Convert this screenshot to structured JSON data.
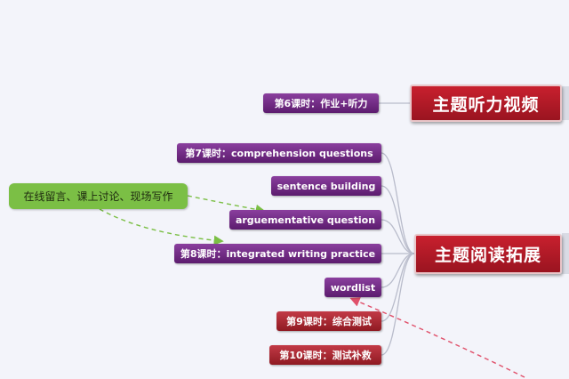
{
  "topics": [
    {
      "id": "listening",
      "label": "主题听力视频"
    },
    {
      "id": "reading",
      "label": "主题阅读拓展"
    }
  ],
  "listening_branches": [
    {
      "label": "第6课时：作业+听力",
      "style": "purple"
    }
  ],
  "reading_branches": [
    {
      "label": "第7课时：comprehension questions",
      "style": "purple"
    },
    {
      "label": "sentence building",
      "style": "purple"
    },
    {
      "label": "arguementative question",
      "style": "purple"
    },
    {
      "label": "第8课时：integrated writing practice",
      "style": "purple"
    },
    {
      "label": "wordlist",
      "style": "purple"
    },
    {
      "label": "第9课时：综合测试",
      "style": "red"
    },
    {
      "label": "第10课时：测试补救",
      "style": "red"
    }
  ],
  "callout": {
    "label": "在线留言、课上讨论、现场写作"
  },
  "colors": {
    "branch_purple": "#6e2a82",
    "branch_red": "#a3222c",
    "topic_red": "#b8192a",
    "callout_green": "#7bbf45",
    "connector_green": "#7bbf45",
    "connector_red": "#e0506a",
    "connector_grey": "#b9bccb"
  }
}
